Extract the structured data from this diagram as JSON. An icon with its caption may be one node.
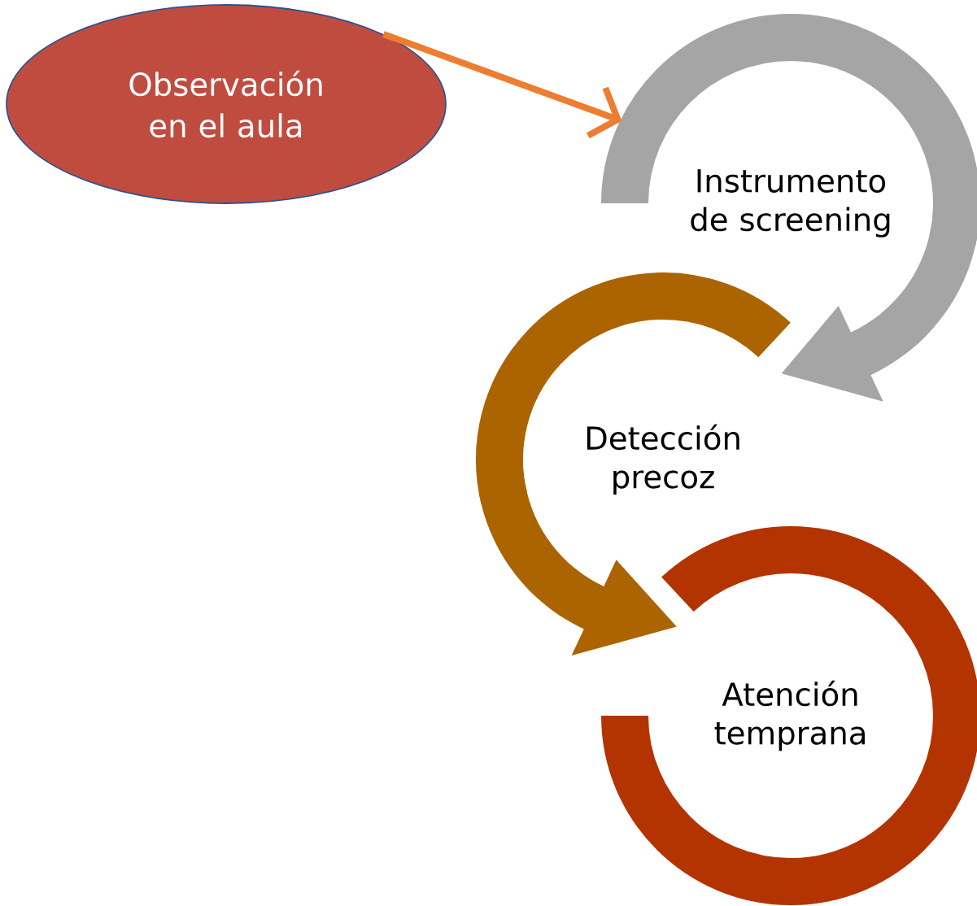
{
  "diagram": {
    "nodes": [
      {
        "text": [
          "Observación en el aula"
        ]
      },
      {
        "text": [
          "Instrumento de screening"
        ]
      },
      {
        "text": [
          "Detección precoz"
        ]
      },
      {
        "text": [
          "Atención temprana"
        ]
      }
    ],
    "edges": [
      {
        "from": 0,
        "to": 1,
        "arrow": "to",
        "color": "#ed7d31"
      },
      {
        "from": 1,
        "to": 2,
        "arrow": "to",
        "style": "thick",
        "color": "#a5a5a5"
      },
      {
        "from": 2,
        "to": 3,
        "arrow": "to",
        "style": "thick",
        "color": "#ab6400"
      }
    ]
  }
}
